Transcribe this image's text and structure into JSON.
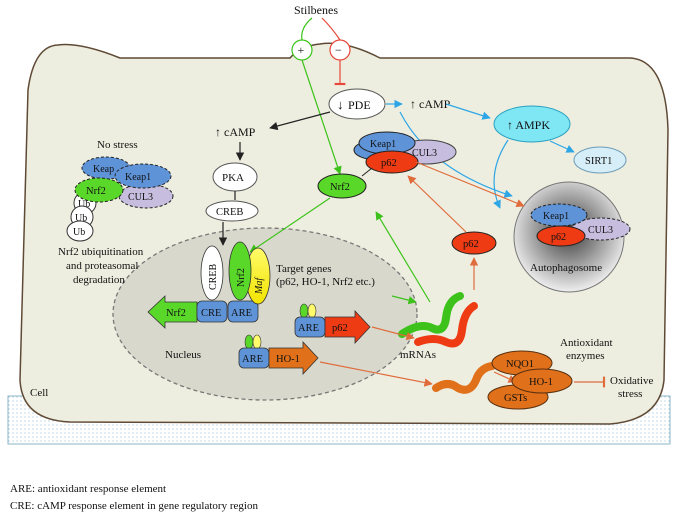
{
  "top": {
    "stilbenes": "Stilbenes",
    "activate": "+",
    "inhibit": "−"
  },
  "cell_label": "Cell",
  "nucleus_label": "Nucleus",
  "pde": {
    "arrow": "↓",
    "label": "PDE"
  },
  "camp_right": "↑ cAMP",
  "camp_left": "↑ cAMP",
  "ampk": "↑ AMPK",
  "sirt1": "SIRT1",
  "pka": "PKA",
  "creb": "CREB",
  "no_stress": {
    "title": "No stress",
    "keap_back": "Keap",
    "keap1": "Keap1",
    "nrf2": "Nrf2",
    "cul3": "CUL3",
    "ub1": "Ub",
    "ub2": "Ub",
    "ub3": "Ub",
    "caption_l1": "Nrf2 ubiquitination",
    "caption_l2": "and proteasomal",
    "caption_l3": "degradation"
  },
  "complex": {
    "keap1": "Keap1",
    "cul3": "CUL3",
    "p62": "p62"
  },
  "nrf2_free": "Nrf2",
  "p62_free": "p62",
  "autophagosome": {
    "keap1": "Keap1",
    "p62": "p62",
    "cul3": "CUL3",
    "label": "Autophagosome"
  },
  "promoter": {
    "creb": "CREB",
    "nrf2": "Nrf2",
    "maf": "Maf",
    "out": "Nrf2",
    "cre": "CRE",
    "are": "ARE"
  },
  "target_genes": {
    "line1": "Target genes",
    "line2": "(p62, HO-1, Nrf2 etc.)"
  },
  "gene_p62": {
    "are": "ARE",
    "gene": "p62"
  },
  "gene_ho1": {
    "are": "ARE",
    "gene": "HO-1"
  },
  "mrnas": "mRNAs",
  "antioxidant": {
    "line1": "Antioxidant",
    "line2": "enzymes",
    "nqo1": "NQO1",
    "ho1": "HO-1",
    "gsts": "GSTs"
  },
  "oxidative": {
    "line1": "Oxidative",
    "line2": "stress"
  },
  "legend": {
    "are": "ARE: antioxidant response element",
    "cre": "CRE: cAMP response element in gene regulatory region"
  },
  "colors": {
    "cytoplasm": "#eeeee0",
    "nucleus": "#d9d8cc",
    "nrf2_green": "#5ad82a",
    "keap1_blue": "#5f93d8",
    "p62_red": "#ee3b14",
    "cul3_purple": "#c7bedf",
    "ampk_cyan": "#7fe6f4",
    "enzyme_orange": "#e0701a",
    "inhibit_red": "#e8463a"
  }
}
